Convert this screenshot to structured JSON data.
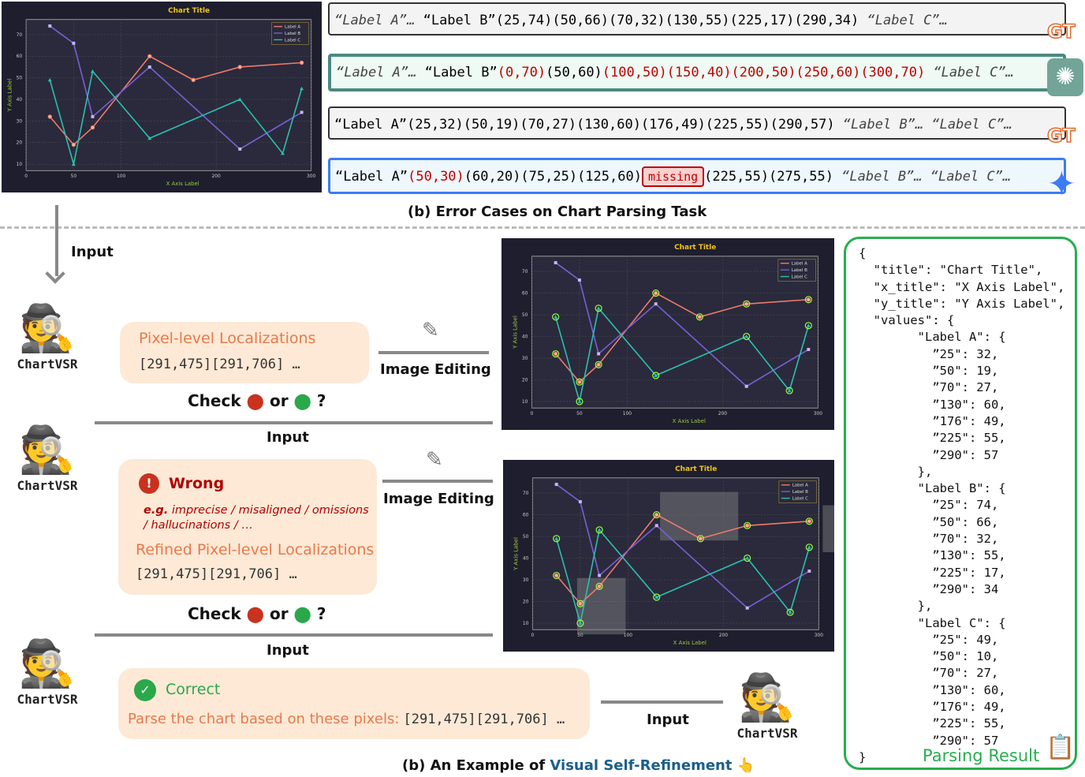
{
  "chart_data": {
    "type": "line",
    "title": "Chart Title",
    "xlabel": "X Axis Label",
    "ylabel": "Y Axis Label",
    "xlim": [
      0,
      300
    ],
    "ylim": [
      7,
      77
    ],
    "xticks": [
      0,
      50,
      100,
      200,
      300
    ],
    "yticks": [
      10,
      20,
      30,
      40,
      50,
      60,
      70
    ],
    "grid": true,
    "legend": "top-right",
    "series": [
      {
        "name": "Label A",
        "color": "#f07b6a",
        "marker": "circle",
        "points": [
          [
            25,
            32
          ],
          [
            50,
            19
          ],
          [
            70,
            27
          ],
          [
            130,
            60
          ],
          [
            176,
            49
          ],
          [
            225,
            55
          ],
          [
            290,
            57
          ]
        ]
      },
      {
        "name": "Label B",
        "color": "#7a5fd6",
        "marker": "square",
        "points": [
          [
            25,
            74
          ],
          [
            50,
            66
          ],
          [
            70,
            32
          ],
          [
            130,
            55
          ],
          [
            225,
            17
          ],
          [
            290,
            34
          ]
        ]
      },
      {
        "name": "Label C",
        "color": "#2cc0b0",
        "marker": "triangle",
        "points": [
          [
            25,
            49
          ],
          [
            50,
            10
          ],
          [
            70,
            53
          ],
          [
            130,
            22
          ],
          [
            225,
            40
          ],
          [
            270,
            15
          ],
          [
            290,
            45
          ]
        ]
      }
    ]
  },
  "error_cases": {
    "caption": "(b) Error Cases on Chart Parsing Task",
    "rows": [
      {
        "badge": "GT",
        "parts": [
          {
            "t": "“Label A”… ",
            "s": "it"
          },
          {
            "t": "“Label B”(25,74)(50,66)(70,32)(130,55)(225,17)(290,34)",
            "s": ""
          },
          {
            "t": "            “Label C”…",
            "s": "it"
          }
        ]
      },
      {
        "badge": "openai-icon",
        "parts": [
          {
            "t": "“Label A”… ",
            "s": "it"
          },
          {
            "t": "“Label B”",
            "s": ""
          },
          {
            "t": "(0,70)",
            "s": "red"
          },
          {
            "t": "(50,60)",
            "s": ""
          },
          {
            "t": "(100,50)(150,40)(200,50)(250,60)(300,70)",
            "s": "red"
          },
          {
            "t": " “Label C”…",
            "s": "it"
          }
        ]
      },
      {
        "badge": "GT",
        "parts": [
          {
            "t": "“Label A”(25,32)(50,19)(70,27)(130,60)(176,49)(225,55)(290,57) ",
            "s": ""
          },
          {
            "t": "“Label B”… “Label C”…",
            "s": "it"
          }
        ]
      },
      {
        "badge": "gemini-icon",
        "parts": [
          {
            "t": "“Label A”",
            "s": ""
          },
          {
            "t": "(50,30)",
            "s": "red"
          },
          {
            "t": "(60,20)(75,25)(125,60)",
            "s": ""
          },
          {
            "t": "missing",
            "s": "missing"
          },
          {
            "t": "(225,55)(275,55) ",
            "s": ""
          },
          {
            "t": "“Label B”… “Label C”…",
            "s": "it"
          }
        ]
      }
    ]
  },
  "flow": {
    "input": "Input",
    "bot_name": "ChartVSR",
    "image_editing": "Image Editing",
    "check": "Check",
    "or": "or",
    "q": "?",
    "step1_title": "Pixel-level Localizations",
    "coords": "[291,475][291,706] …",
    "wrong": "Wrong",
    "eg": "e.g.",
    "wrong_reasons": "imprecise / misaligned / omissions / hallucinations / …",
    "refined_title": "Refined Pixel-level Localizations",
    "correct": "Correct",
    "parse_prompt": "Parse the chart based on these pixels:",
    "caption_prefix": "(b) An Example of ",
    "caption_highlight": "Visual Self-Refinement"
  },
  "result": {
    "label": "Parsing Result",
    "lines": [
      "{",
      "  \"title\": \"Chart Title\",",
      "  \"x_title\": \"X Axis Label\",",
      "  \"y_title\": \"Y Axis Label\",",
      "  \"values\": {",
      "        \"Label A\": {",
      "          ”25\": 32,",
      "          ”50\": 19,",
      "          ”70\": 27,",
      "          ”130\": 60,",
      "          ”176\": 49,",
      "          ”225\": 55,",
      "          ”290\": 57",
      "        },",
      "        \"Label B\": {",
      "          ”25\": 74,",
      "          ”50\": 66,",
      "          ”70\": 32,",
      "          ”130\": 55,",
      "          ”225\": 17,",
      "          ”290\": 34",
      "        },",
      "        \"Label C\": {",
      "          ”25\": 49,",
      "          ”50\": 10,",
      "          ”70\": 27,",
      "          ”130\": 60,",
      "          ”176\": 49,",
      "          ”225\": 55,",
      "          ”290\": 57",
      "}"
    ]
  }
}
